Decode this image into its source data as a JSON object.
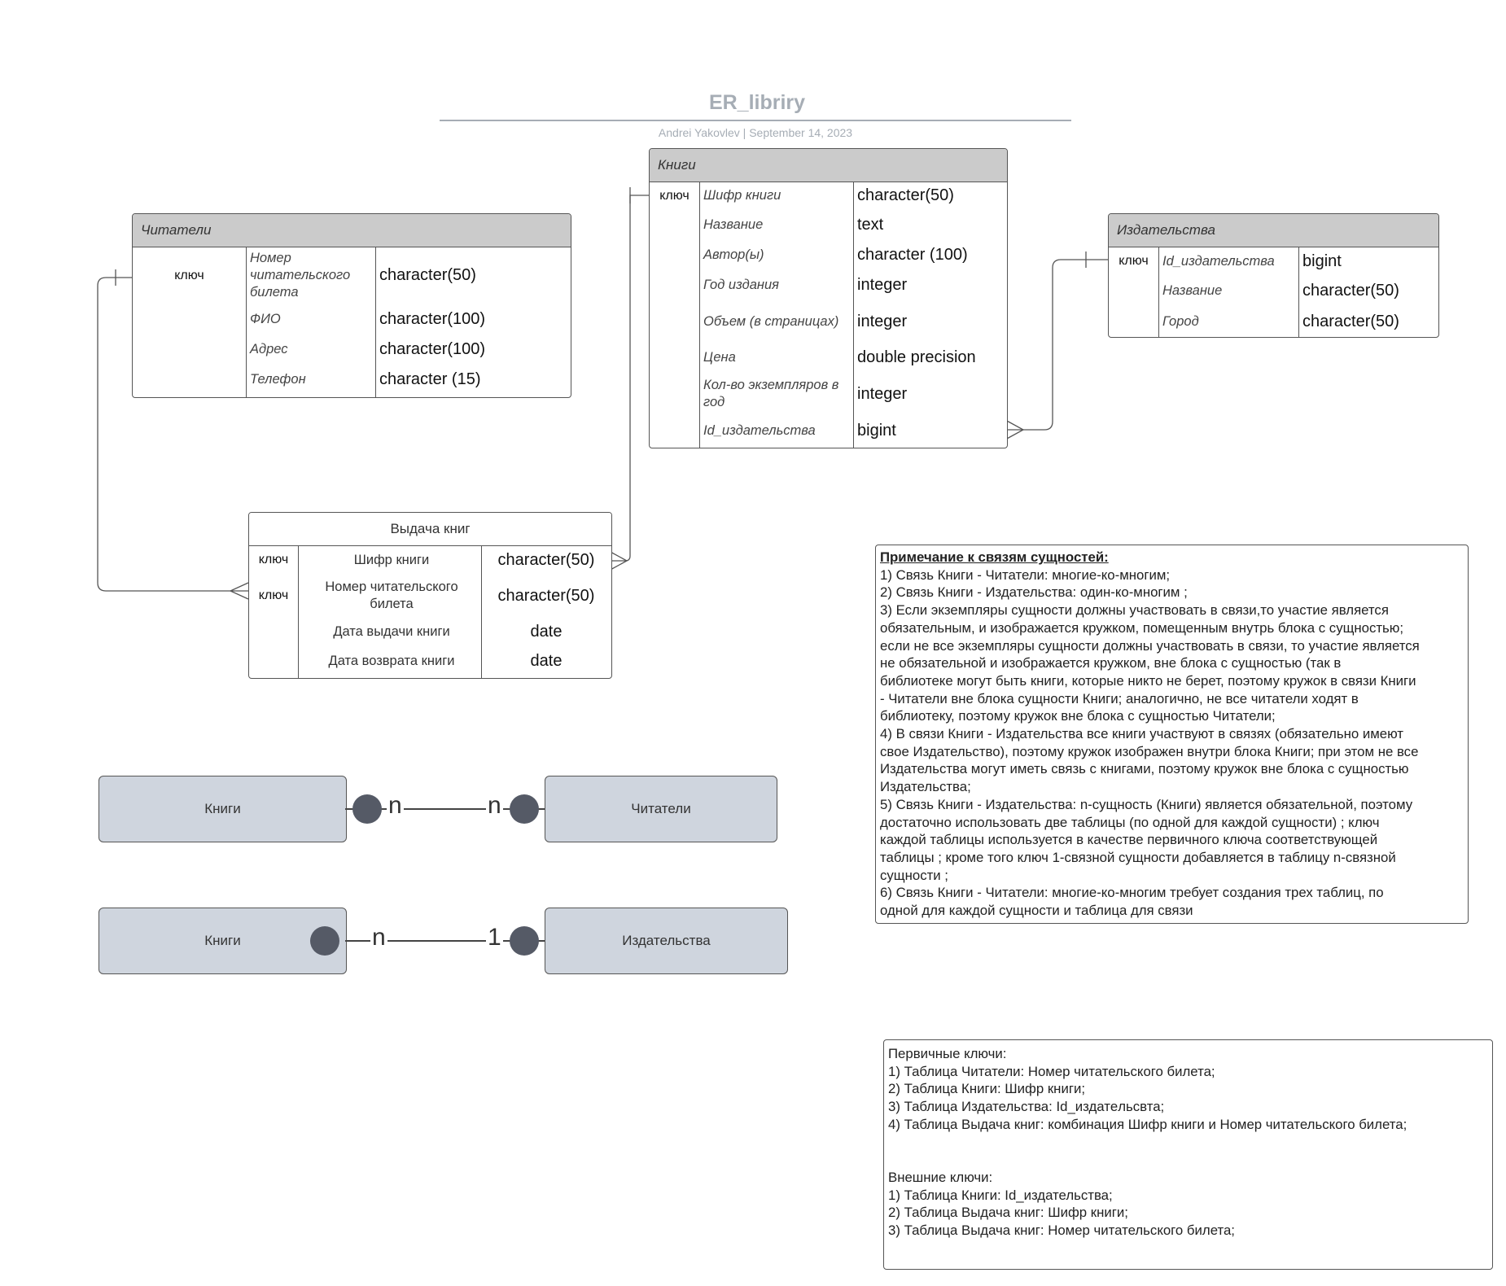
{
  "header": {
    "title": "ER_libriry",
    "author": "Andrei Yakovlev",
    "separator": "|",
    "date": "September 14, 2023"
  },
  "tables": {
    "readers": {
      "title": "Читатели",
      "rows": [
        {
          "key": "ключ",
          "name": "Номер читательского билета",
          "type": "character(50)"
        },
        {
          "key": "",
          "name": "ФИО",
          "type": "character(100)"
        },
        {
          "key": "",
          "name": "Адрес",
          "type": "character(100)"
        },
        {
          "key": "",
          "name": "Телефон",
          "type": "character (15)"
        }
      ]
    },
    "books": {
      "title": "Книги",
      "rows": [
        {
          "key": "ключ",
          "name": "Шифр книги",
          "type": "character(50)"
        },
        {
          "key": "",
          "name": "Название",
          "type": "text"
        },
        {
          "key": "",
          "name": "Автор(ы)",
          "type": "character (100)"
        },
        {
          "key": "",
          "name": "Год издания",
          "type": "integer"
        },
        {
          "key": "",
          "name": "Объем (в страницах)",
          "type": "integer"
        },
        {
          "key": "",
          "name": "Цена",
          "type": "double precision"
        },
        {
          "key": "",
          "name": "Кол-во экземпляров в год",
          "type": "integer"
        },
        {
          "key": "",
          "name": "Id_издательства",
          "type": "bigint"
        }
      ]
    },
    "publishers": {
      "title": "Издательства",
      "rows": [
        {
          "key": "ключ",
          "name": "Id_издательства",
          "type": "bigint"
        },
        {
          "key": "",
          "name": "Название",
          "type": "character(50)"
        },
        {
          "key": "",
          "name": "Город",
          "type": "character(50)"
        }
      ]
    },
    "issue": {
      "title": "Выдача книг",
      "rows": [
        {
          "key": "ключ",
          "name": "Шифр книги",
          "type": "character(50)"
        },
        {
          "key": "ключ",
          "name": "Номер читательского билета",
          "type": "character(50)"
        },
        {
          "key": "",
          "name": "Дата выдачи книги",
          "type": "date"
        },
        {
          "key": "",
          "name": "Дата возврата книги",
          "type": "date"
        }
      ]
    }
  },
  "relations": {
    "r1": {
      "left": "Книги",
      "right": "Читатели",
      "left_mult": "n",
      "right_mult": "n"
    },
    "r2": {
      "left": "Книги",
      "right": "Издательства",
      "left_mult": "n",
      "right_mult": "1"
    }
  },
  "notes": {
    "relations_note": [
      "Примечание к  связям сущностей:",
      "1) Связь Книги - Читатели: многие-ко-многим;",
      "2) Связь Книги - Издательства: один-ко-многим ;",
      "3) Если экземпляры сущности должны участвовать в связи,то участие является",
      "обязательным,  и изображается кружком, помещенным внутрь  блока с сущностью;",
      "если не все экземпляры сущности должны участвовать в связи, то участие является",
      "не обязательной  и изображается кружком, вне блока с сущностью (так в",
      "библиотеке могут быть книги, которые никто не берет, поэтому кружок в связи Книги",
      "- Читатели вне блока сущности Книги; аналогично, не все читатели ходят в",
      "библиотеку, поэтому кружок  вне блока с сущностью Читатели;",
      "4) В связи Книги - Издательства все книги участвуют в связях (обязательно имеют",
      "свое Издательство), поэтому кружок изображен внутри блока Книги; при этом не все",
      "Издательства могут иметь связь с книгами, поэтому кружок вне блока с сущностью",
      "Издательства;",
      "5)  Связь Книги - Издательства: n-сущность (Книги) является обязательной, поэтому",
      "достаточно использовать две таблицы (по одной для каждой сущности) ; ключ",
      "каждой таблицы используется в качестве первичного ключа  соответствующей",
      "таблицы ; кроме того ключ 1-связной сущности добавляется в таблицу n-связной",
      "сущности ;",
      "6) Связь Книги - Читатели: многие-ко-многим  требует создания трех таблиц, по",
      "одной для каждой сущности и таблица для связи"
    ],
    "keys_note": [
      "Первичные ключи:",
      "1) Таблица  Читатели:  Номер читательского билета;",
      "2) Таблица  Книги: Шифр книги;",
      "3) Таблица Издательства: Id_издатeльсвта;",
      "4) Таблица Выдача книг: комбинация  Шифр книги и Номер читательского билета;",
      "",
      "",
      "Внешние ключи:",
      "1)  Таблица Книги: Id_издательства;",
      "2)  Таблица Выдача книг: Шифр книги;",
      "3) Таблица Выдача книг: Номер читательского билета;"
    ]
  }
}
